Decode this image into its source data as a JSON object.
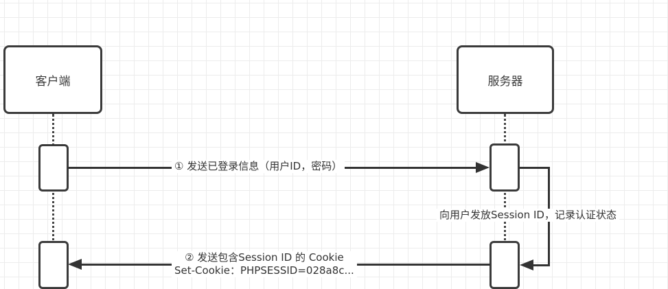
{
  "diagram": {
    "type": "sequence",
    "participants": [
      {
        "id": "client",
        "label": "客户端"
      },
      {
        "id": "server",
        "label": "服务器"
      }
    ],
    "messages": [
      {
        "step": 1,
        "from": "client",
        "to": "server",
        "label": "① 发送已登录信息（用户ID，密码）"
      },
      {
        "step": "self",
        "from": "server",
        "to": "server",
        "label": "向用户发放Session ID，记录认证状态"
      },
      {
        "step": 2,
        "from": "server",
        "to": "client",
        "label_line1": "② 发送包含Session ID 的 Cookie",
        "label_line2": "Set-Cookie：PHPSESSID=028a8c..."
      }
    ],
    "colors": {
      "line": "#333333",
      "box_border": "#3a3a3a",
      "grid": "#ececec",
      "background": "#ffffff"
    }
  }
}
